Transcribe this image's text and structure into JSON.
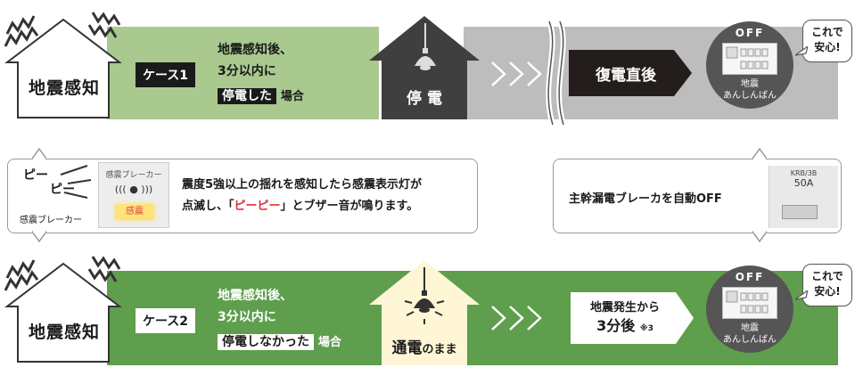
{
  "colors": {
    "light_green": "#a9c98f",
    "dark_green": "#5e9e4d",
    "gray_band": "#bdbdbd",
    "dark_house": "#3f3f3f",
    "red_accent": "#e0303a",
    "yellow_accent": "#ffe27a"
  },
  "case1": {
    "house_label": "地震感知",
    "tag": "ケース1",
    "desc_line1": "地震感知後、",
    "desc_line2": "3分以内に",
    "desc_highlight": "停電した",
    "desc_suffix": "場合",
    "outage_label": "停 電",
    "recovery_label": "復電直後",
    "panel_off": "OFF",
    "panel_caption1": "地震",
    "panel_caption2": "あんしんばん",
    "relief_line1": "これで",
    "relief_line2": "安心!"
  },
  "explain": {
    "beep_text1": "ピー",
    "beep_text2": "ピー",
    "breaker_caption": "感震ブレーカー",
    "device_title": "感震ブレーカー",
    "device_badge": "感震",
    "line1": "震度5強以上の揺れを感知したら感震表示灯が",
    "line2_pre": "点滅し、「",
    "line2_red": "ピーピー",
    "line2_post": "」とブザー音が鳴ります。",
    "main_breaker_text": "主幹漏電ブレーカを自動OFF",
    "breaker_label1": "KRB/3B",
    "breaker_label2": "50A"
  },
  "case2": {
    "house_label": "地震感知",
    "tag": "ケース2",
    "desc_line1": "地震感知後、",
    "desc_line2": "3分以内に",
    "desc_highlight": "停電しなかった",
    "desc_suffix": "場合",
    "powered_big": "通電",
    "powered_small": "のまま",
    "timer_line1": "地震発生から",
    "timer_line2": "3分後",
    "timer_note": "※3",
    "panel_off": "OFF",
    "panel_caption1": "地震",
    "panel_caption2": "あんしんばん",
    "relief_line1": "これで",
    "relief_line2": "安心!"
  }
}
